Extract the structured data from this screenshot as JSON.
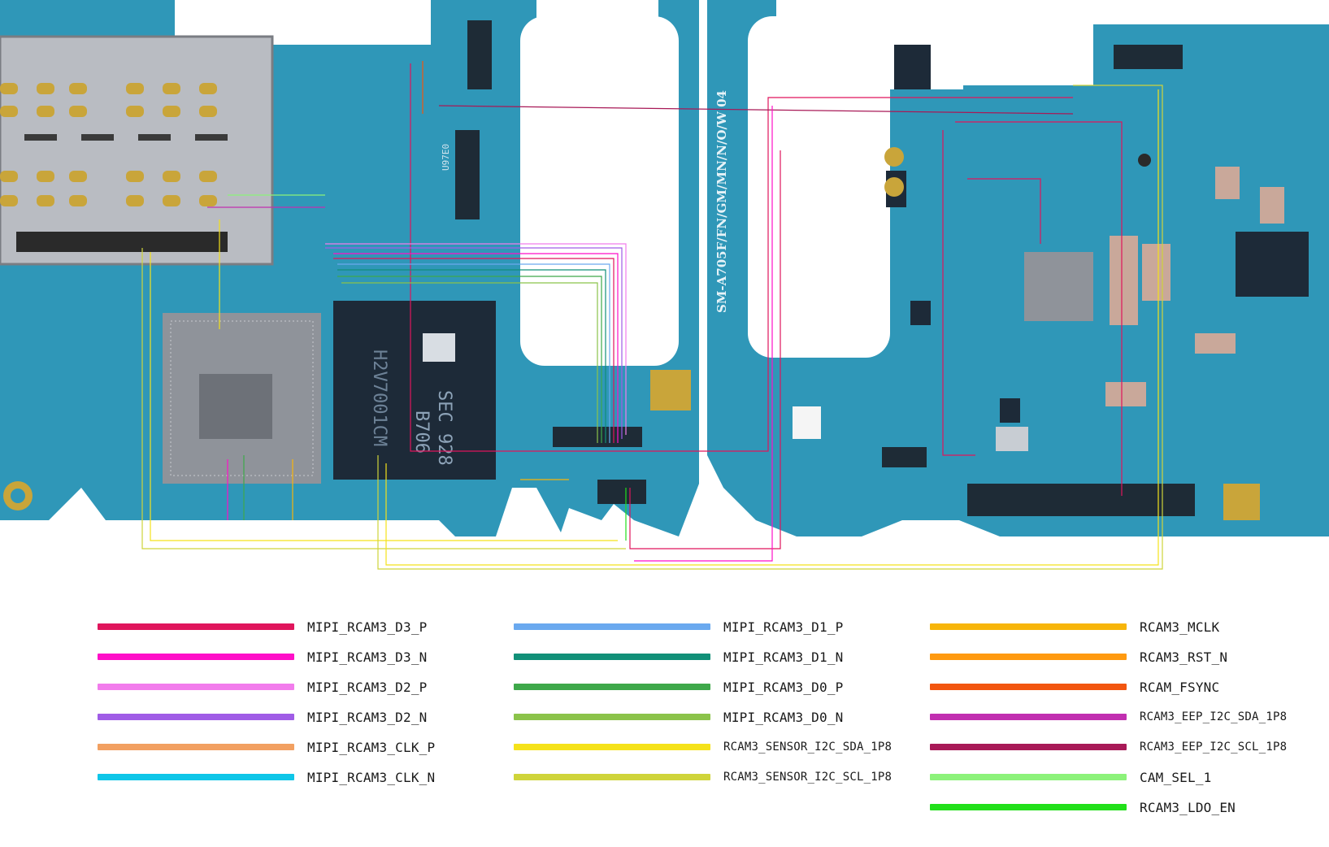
{
  "board": {
    "silkscreen_model": "SM-A705F/FN/GM/MN/N/O/W 04",
    "chip_text_1": "SEC 928",
    "chip_text_2": "B706",
    "chip_text_3": "H2V7001CM",
    "connector_text": "U97E0",
    "colors": {
      "pcb": "#2f97b8",
      "pcb_light": "#3fa9c9",
      "copper": "#c9b98a",
      "shield": "#b9bcc2",
      "chip": "#1d2a38",
      "soc": "#8f939a"
    }
  },
  "legend": {
    "columns": [
      [
        {
          "label": "MIPI_RCAM3_D3_P",
          "color": "#e0155c"
        },
        {
          "label": "MIPI_RCAM3_D3_N",
          "color": "#ff0fc8"
        },
        {
          "label": "MIPI_RCAM3_D2_P",
          "color": "#f27cec"
        },
        {
          "label": "MIPI_RCAM3_D2_N",
          "color": "#a05ce6"
        },
        {
          "label": "MIPI_RCAM3_CLK_P",
          "color": "#f2a061"
        },
        {
          "label": "MIPI_RCAM3_CLK_N",
          "color": "#0fc6e8"
        }
      ],
      [
        {
          "label": "MIPI_RCAM3_D1_P",
          "color": "#6aa9ef"
        },
        {
          "label": "MIPI_RCAM3_D1_N",
          "color": "#119078"
        },
        {
          "label": "MIPI_RCAM3_D0_P",
          "color": "#3ea84a"
        },
        {
          "label": "MIPI_RCAM3_D0_N",
          "color": "#8bc34a"
        },
        {
          "label": "RCAM3_SENSOR_I2C_SDA_1P8",
          "color": "#f5e21a"
        },
        {
          "label": "RCAM3_SENSOR_I2C_SCL_1P8",
          "color": "#cfd43a"
        }
      ],
      [
        {
          "label": "RCAM3_MCLK",
          "color": "#f7b50a"
        },
        {
          "label": "RCAM3_RST_N",
          "color": "#ff9a10"
        },
        {
          "label": "RCAM_FSYNC",
          "color": "#f2560f"
        },
        {
          "label": "RCAM3_EEP_I2C_SDA_1P8",
          "color": "#c12fb0"
        },
        {
          "label": "RCAM3_EEP_I2C_SCL_1P8",
          "color": "#a81957"
        },
        {
          "label": "CAM_SEL_1",
          "color": "#8cf27a"
        },
        {
          "label": "RCAM3_LDO_EN",
          "color": "#22e01a"
        }
      ]
    ]
  }
}
